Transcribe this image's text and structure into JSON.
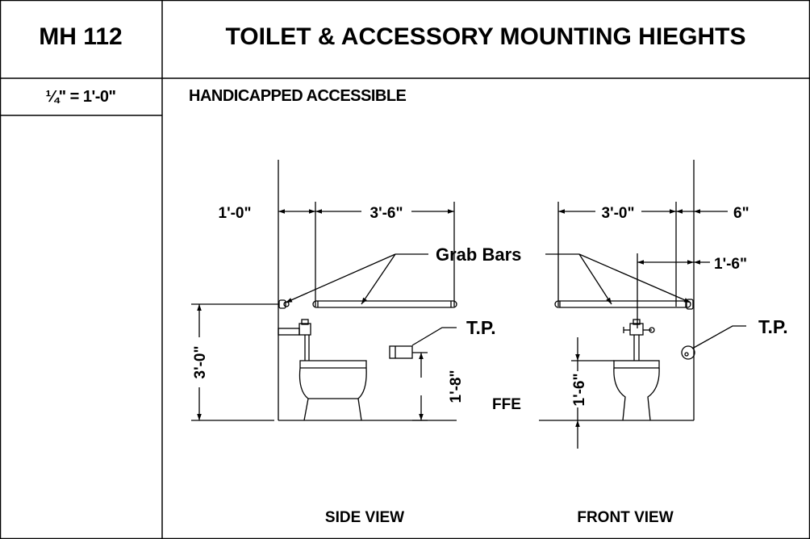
{
  "sheet": {
    "id": "MH 112",
    "title": "TOILET & ACCESSORY MOUNTING HIEGHTS",
    "scale": "¼\" = 1'-0\"",
    "subtitle": "HANDICAPPED ACCESSIBLE"
  },
  "side_view": {
    "label": "SIDE VIEW",
    "dim_left": "1'-0\"",
    "dim_right": "3'-6\"",
    "dim_grab_height": "3'-0\"",
    "dim_tp_height": "1'-8\"",
    "tp_label": "T.P.",
    "floor_label": "FFE"
  },
  "front_view": {
    "label": "FRONT VIEW",
    "dim_width": "3'-0\"",
    "dim_side": "6\"",
    "dim_center": "1'-6\"",
    "dim_seat_height": "1'-6\"",
    "tp_label": "T.P."
  },
  "callout": {
    "grab_bars": "Grab Bars"
  }
}
